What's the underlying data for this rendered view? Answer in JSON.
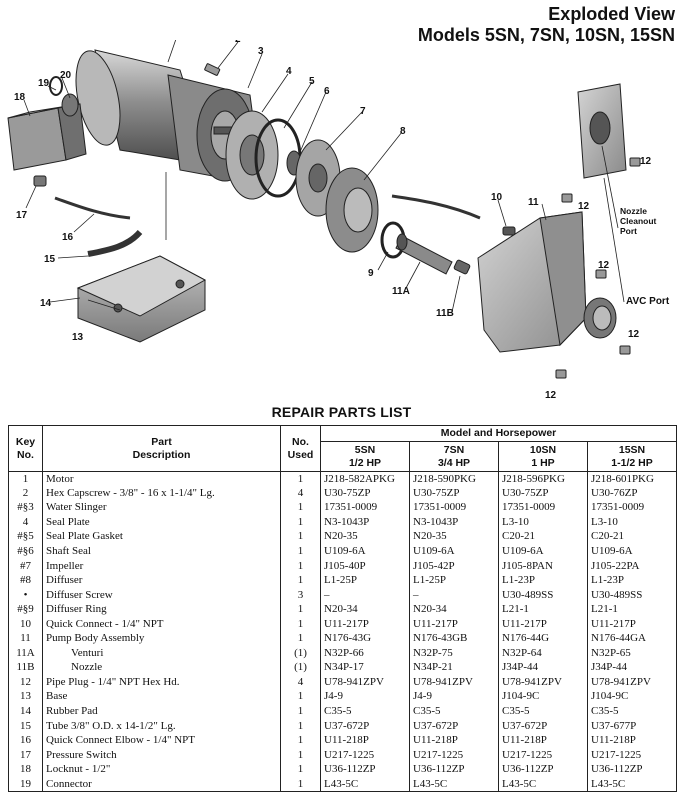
{
  "header": {
    "title": "Exploded View",
    "models": "Models 5SN, 7SN, 10SN, 15SN"
  },
  "diagram": {
    "callouts": [
      "1",
      "2",
      "3",
      "4",
      "5",
      "6",
      "7",
      "8",
      "9",
      "10",
      "11",
      "11A",
      "11B",
      "12",
      "13",
      "14",
      "15",
      "16",
      "17",
      "18",
      "19",
      "20"
    ],
    "notes": {
      "nozzle_cleanout_line1": "Nozzle",
      "nozzle_cleanout_line2": "Cleanout",
      "nozzle_cleanout_line3": "Port",
      "avc_port": "AVC Port"
    }
  },
  "parts_list": {
    "title": "REPAIR PARTS LIST",
    "headers": {
      "key_line1": "Key",
      "key_line2": "No.",
      "part_line1": "Part",
      "part_line2": "Description",
      "used_line1": "No.",
      "used_line2": "Used",
      "model_group": "Model and Horsepower"
    },
    "models": [
      {
        "name": "5SN",
        "hp": "1/2 HP"
      },
      {
        "name": "7SN",
        "hp": "3/4 HP"
      },
      {
        "name": "10SN",
        "hp": "1 HP"
      },
      {
        "name": "15SN",
        "hp": "1-1/2 HP"
      }
    ],
    "rows": [
      {
        "key": "1",
        "desc": "Motor",
        "used": "1",
        "p": [
          "J218-582APKG",
          "J218-590PKG",
          "J218-596PKG",
          "J218-601PKG"
        ]
      },
      {
        "key": "2",
        "desc": "Hex Capscrew - 3/8\" - 16 x 1-1/4\" Lg.",
        "used": "4",
        "p": [
          "U30-75ZP",
          "U30-75ZP",
          "U30-75ZP",
          "U30-76ZP"
        ]
      },
      {
        "key": "#§3",
        "desc": "Water Slinger",
        "used": "1",
        "p": [
          "17351-0009",
          "17351-0009",
          "17351-0009",
          "17351-0009"
        ]
      },
      {
        "key": "4",
        "desc": "Seal Plate",
        "used": "1",
        "p": [
          "N3-1043P",
          "N3-1043P",
          "L3-10",
          "L3-10"
        ]
      },
      {
        "key": "#§5",
        "desc": "Seal Plate Gasket",
        "used": "1",
        "p": [
          "N20-35",
          "N20-35",
          "C20-21",
          "C20-21"
        ]
      },
      {
        "key": "#§6",
        "desc": "Shaft Seal",
        "used": "1",
        "p": [
          "U109-6A",
          "U109-6A",
          "U109-6A",
          "U109-6A"
        ]
      },
      {
        "key": "#7",
        "desc": "Impeller",
        "used": "1",
        "p": [
          "J105-40P",
          "J105-42P",
          "J105-8PAN",
          "J105-22PA"
        ]
      },
      {
        "key": "#8",
        "desc": "Diffuser",
        "used": "1",
        "p": [
          "L1-25P",
          "L1-25P",
          "L1-23P",
          "L1-23P"
        ]
      },
      {
        "key": "•",
        "desc": "Diffuser Screw",
        "used": "3",
        "p": [
          "–",
          "–",
          "U30-489SS",
          "U30-489SS"
        ]
      },
      {
        "key": "#§9",
        "desc": "Diffuser Ring",
        "used": "1",
        "p": [
          "N20-34",
          "N20-34",
          "L21-1",
          "L21-1"
        ]
      },
      {
        "key": "10",
        "desc": "Quick Connect - 1/4\" NPT",
        "used": "1",
        "p": [
          "U11-217P",
          "U11-217P",
          "U11-217P",
          "U11-217P"
        ]
      },
      {
        "key": "11",
        "desc": "Pump Body Assembly",
        "used": "1",
        "p": [
          "N176-43G",
          "N176-43GB",
          "N176-44G",
          "N176-44GA"
        ]
      },
      {
        "key": "11A",
        "desc": "Venturi",
        "used": "(1)",
        "indent": true,
        "p": [
          "N32P-66",
          "N32P-75",
          "N32P-64",
          "N32P-65"
        ]
      },
      {
        "key": "11B",
        "desc": "Nozzle",
        "used": "(1)",
        "indent": true,
        "p": [
          "N34P-17",
          "N34P-21",
          "J34P-44",
          "J34P-44"
        ]
      },
      {
        "key": "12",
        "desc": "Pipe Plug - 1/4\" NPT Hex Hd.",
        "used": "4",
        "p": [
          "U78-941ZPV",
          "U78-941ZPV",
          "U78-941ZPV",
          "U78-941ZPV"
        ]
      },
      {
        "key": "13",
        "desc": "Base",
        "used": "1",
        "p": [
          "J4-9",
          "J4-9",
          "J104-9C",
          "J104-9C"
        ]
      },
      {
        "key": "14",
        "desc": "Rubber Pad",
        "used": "1",
        "p": [
          "C35-5",
          "C35-5",
          "C35-5",
          "C35-5"
        ]
      },
      {
        "key": "15",
        "desc": "Tube 3/8\" O.D. x 14-1/2\" Lg.",
        "used": "1",
        "p": [
          "U37-672P",
          "U37-672P",
          "U37-672P",
          "U37-677P"
        ]
      },
      {
        "key": "16",
        "desc": "Quick Connect Elbow - 1/4\" NPT",
        "used": "1",
        "p": [
          "U11-218P",
          "U11-218P",
          "U11-218P",
          "U11-218P"
        ]
      },
      {
        "key": "17",
        "desc": "Pressure Switch",
        "used": "1",
        "p": [
          "U217-1225",
          "U217-1225",
          "U217-1225",
          "U217-1225"
        ]
      },
      {
        "key": "18",
        "desc": "Locknut - 1/2\"",
        "used": "1",
        "p": [
          "U36-112ZP",
          "U36-112ZP",
          "U36-112ZP",
          "U36-112ZP"
        ]
      },
      {
        "key": "19",
        "desc": "Connector",
        "used": "1",
        "p": [
          "L43-5C",
          "L43-5C",
          "L43-5C",
          "L43-5C"
        ]
      }
    ]
  },
  "colors": {
    "ink": "#111111",
    "part_fill": "#9a9a9a",
    "part_light": "#c8c8c8",
    "part_dark": "#5a5a5a"
  }
}
